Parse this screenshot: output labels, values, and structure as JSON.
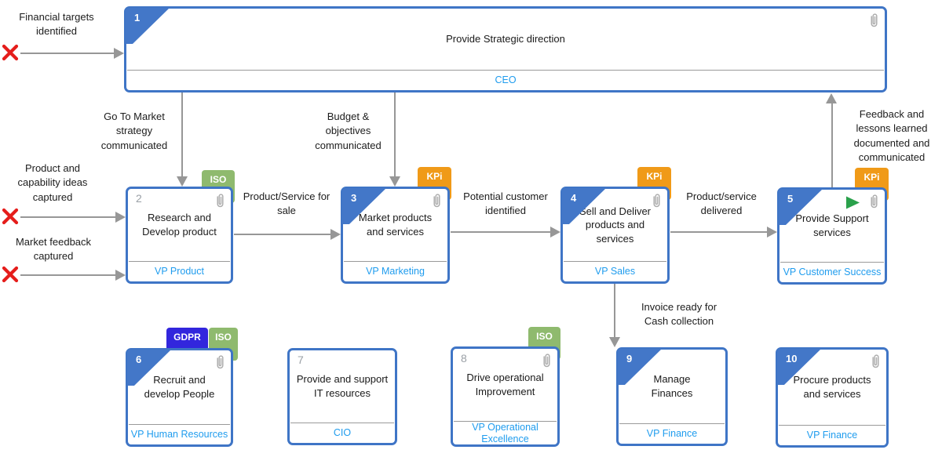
{
  "diagram": {
    "boxes": [
      {
        "number": "1",
        "title": "Provide Strategic direction",
        "owner": "CEO",
        "badges": []
      },
      {
        "number": "2",
        "title": "Research and Develop product",
        "owner": "VP Product",
        "badges": [
          "ISO"
        ]
      },
      {
        "number": "3",
        "title": "Market products and services",
        "owner": "VP Marketing",
        "badges": [
          "KPi"
        ]
      },
      {
        "number": "4",
        "title": "Sell and Deliver products and services",
        "owner": "VP Sales",
        "badges": [
          "KPi"
        ]
      },
      {
        "number": "5",
        "title": "Provide Support services",
        "owner": "VP Customer Success",
        "badges": [
          "KPi"
        ]
      },
      {
        "number": "6",
        "title": "Recruit and develop People",
        "owner": "VP Human Resources",
        "badges": [
          "GDPR",
          "ISO"
        ]
      },
      {
        "number": "7",
        "title": "Provide and support IT resources",
        "owner": "CIO",
        "badges": []
      },
      {
        "number": "8",
        "title": "Drive operational Improvement",
        "owner": "VP Operational Excellence",
        "badges": [
          "ISO"
        ]
      },
      {
        "number": "9",
        "title": "Manage Finances",
        "owner": "VP Finance",
        "badges": []
      },
      {
        "number": "10",
        "title": "Procure products and services",
        "owner": "VP Finance",
        "badges": []
      }
    ],
    "external_inputs": [
      {
        "label": "Financial targets identified"
      },
      {
        "label": "Product and capability ideas captured"
      },
      {
        "label": "Market feedback captured"
      }
    ],
    "flows": [
      {
        "label": "Go To Market strategy communicated"
      },
      {
        "label": "Budget & objectives communicated"
      },
      {
        "label": "Feedback and lessons learned documented and communicated"
      },
      {
        "label": "Product/Service for sale"
      },
      {
        "label": "Potential customer identified"
      },
      {
        "label": "Product/service delivered"
      },
      {
        "label": "Invoice ready for Cash collection"
      }
    ],
    "icons": {
      "paperclip-icon": "attachment",
      "play-icon": "process-start",
      "x-icon": "external-input-endpoint"
    },
    "colors": {
      "box_border": "#3F75C6",
      "corner_tab": "#4377C8",
      "owner_text": "#1F9CEE",
      "badge_iso": "#8FBA6E",
      "badge_kpi": "#F09A18",
      "badge_gdpr": "#3226DD",
      "arrow": "#979797",
      "input_x": "#E51D1B",
      "play": "#2AA14B",
      "muted_number": "#9AA0A6"
    }
  }
}
